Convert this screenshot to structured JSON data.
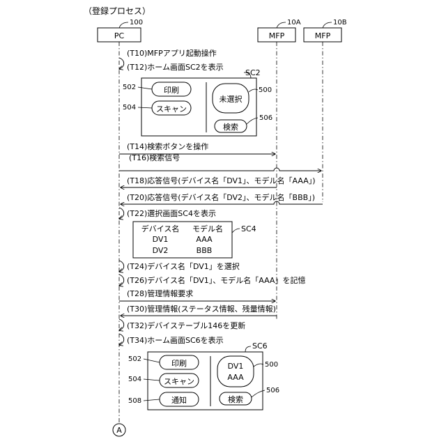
{
  "title": "（登録プロセス）",
  "participants": {
    "pc": {
      "label": "PC",
      "ref": "100"
    },
    "mfp_a": {
      "label": "MFP",
      "ref": "10A"
    },
    "mfp_b": {
      "label": "MFP",
      "ref": "10B"
    }
  },
  "steps": {
    "t10": "(T10)MFPアプリ起動操作",
    "t12": "(T12)ホーム画面SC2を表示",
    "t14": "(T14)検索ボタンを操作",
    "t16": "(T16)検索信号",
    "t18": "(T18)応答信号(デバイス名「DV1」、モデル名「AAA」)",
    "t20": "(T20)応答信号(デバイス名「DV2」、モデル名「BBB」)",
    "t22": "(T22)選択画面SC4を表示",
    "t24": "(T24)デバイス名「DV1」を選択",
    "t26": "(T26)デバイス名「DV1」、モデル名「AAA」を記憶",
    "t28": "(T28)管理情報要求",
    "t30": "(T30)管理情報(ステータス情報、残量情報)",
    "t32": "(T32)デバイステーブル146を更新",
    "t34": "(T34)ホーム画面SC6を表示"
  },
  "sc2": {
    "label": "SC2",
    "print_button": "印刷",
    "scan_button": "スキャン",
    "status_text": "未選択",
    "search_button": "検索",
    "ref_print": "502",
    "ref_scan": "504",
    "ref_status": "500",
    "ref_search": "506"
  },
  "sc4": {
    "label": "SC4",
    "header_device": "デバイス名",
    "header_model": "モデル名",
    "rows": [
      {
        "device": "DV1",
        "model": "AAA"
      },
      {
        "device": "DV2",
        "model": "BBB"
      }
    ]
  },
  "sc6": {
    "label": "SC6",
    "print_button": "印刷",
    "scan_button": "スキャン",
    "notify_button": "通知",
    "device_name": "DV1",
    "model_name": "AAA",
    "search_button": "検索",
    "ref_print": "502",
    "ref_scan": "504",
    "ref_notify": "508",
    "ref_status": "500",
    "ref_search": "506"
  },
  "connector": "A"
}
